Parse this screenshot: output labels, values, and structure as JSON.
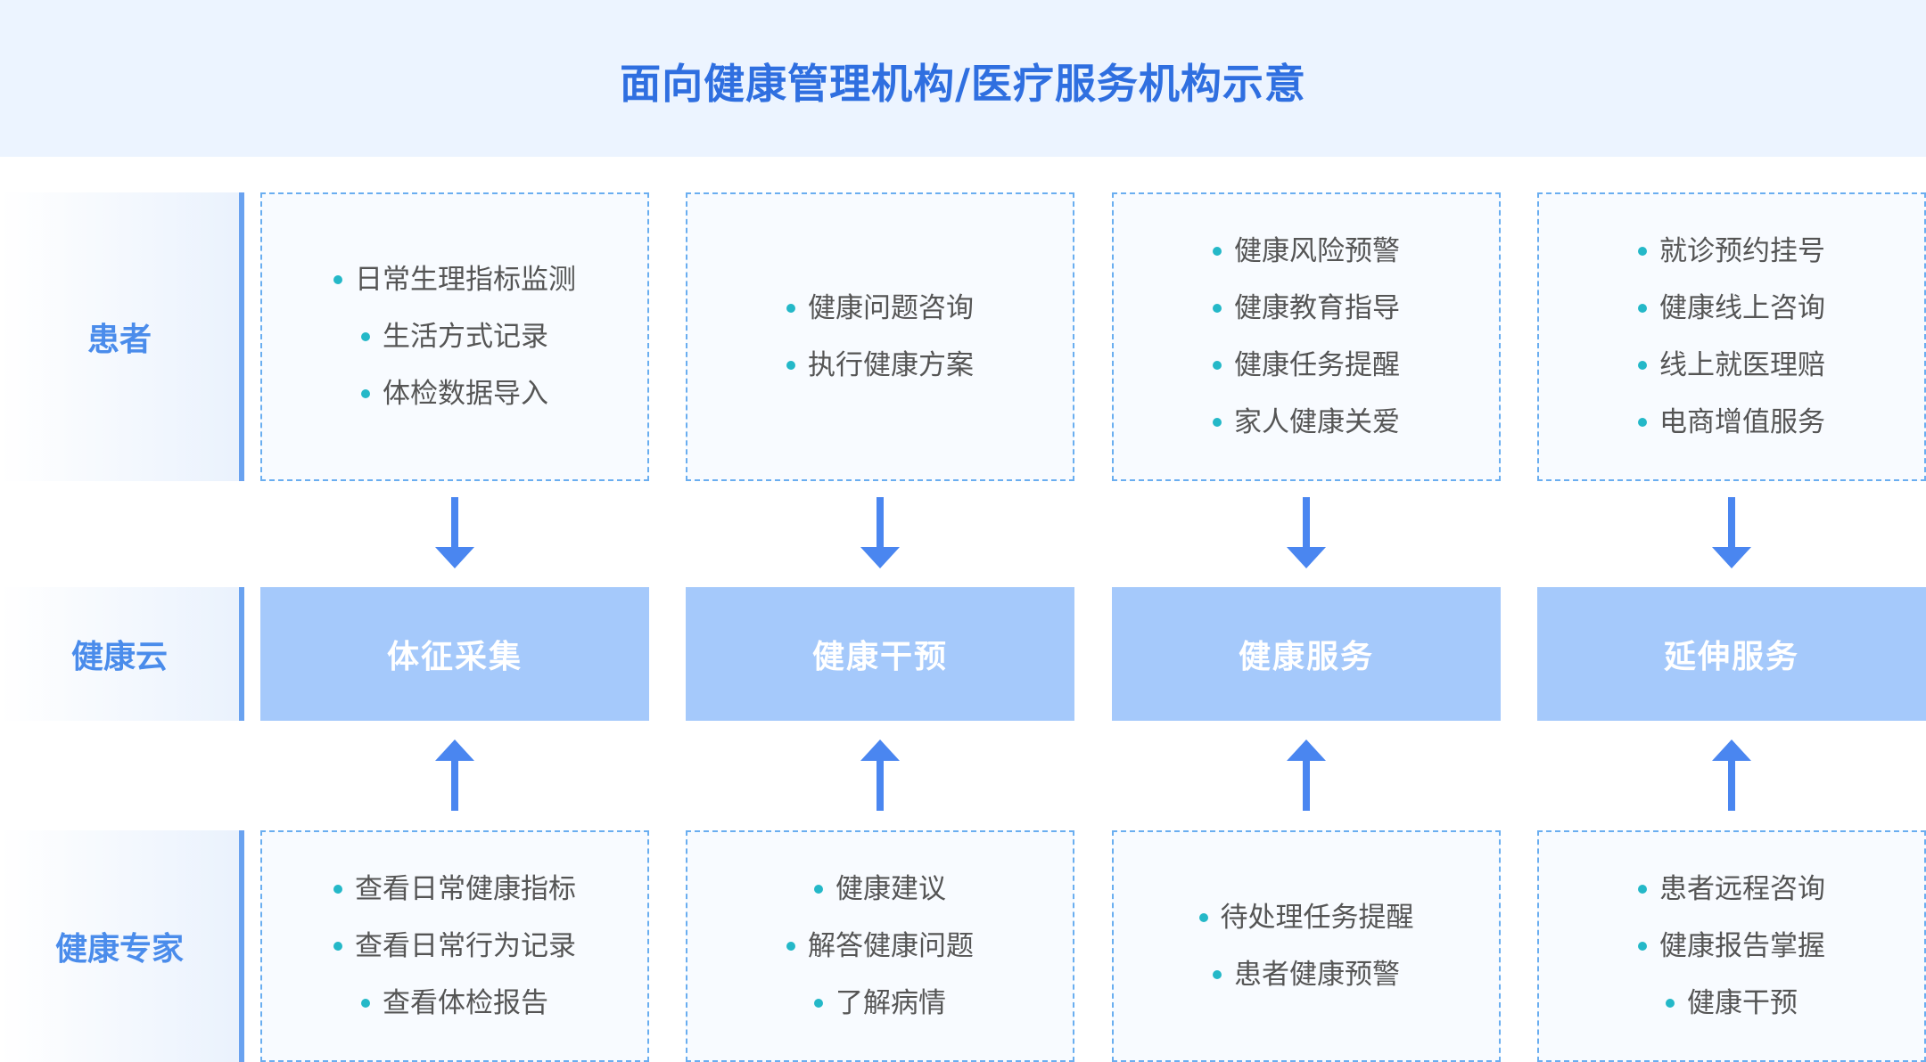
{
  "title": "面向健康管理机构/医疗服务机构示意",
  "rows": {
    "patient": "患者",
    "cloud": "健康云",
    "expert": "健康专家"
  },
  "patient_boxes": [
    {
      "items": [
        "日常生理指标监测",
        "生活方式记录",
        "体检数据导入"
      ]
    },
    {
      "items": [
        "健康问题咨询",
        "执行健康方案"
      ]
    },
    {
      "items": [
        "健康风险预警",
        "健康教育指导",
        "健康任务提醒",
        "家人健康关爱"
      ]
    },
    {
      "items": [
        "就诊预约挂号",
        "健康线上咨询",
        "线上就医理赔",
        "电商增值服务"
      ]
    }
  ],
  "cloud_services": [
    "体征采集",
    "健康干预",
    "健康服务",
    "延伸服务"
  ],
  "expert_boxes": [
    {
      "items": [
        "查看日常健康指标",
        "查看日常行为记录",
        "查看体检报告"
      ]
    },
    {
      "items": [
        "健康建议",
        "解答健康问题",
        "了解病情"
      ]
    },
    {
      "items": [
        "待处理任务提醒",
        "患者健康预警"
      ]
    },
    {
      "items": [
        "患者远程咨询",
        "健康报告掌握",
        "健康干预"
      ]
    }
  ],
  "colors": {
    "title": "#2f6fe0",
    "label": "#4a8ceb",
    "arrow": "#4a86f0",
    "cloud_box": "#a5c9fb",
    "bullet": "#24b8c8",
    "dashed_border": "#6aaef0"
  }
}
